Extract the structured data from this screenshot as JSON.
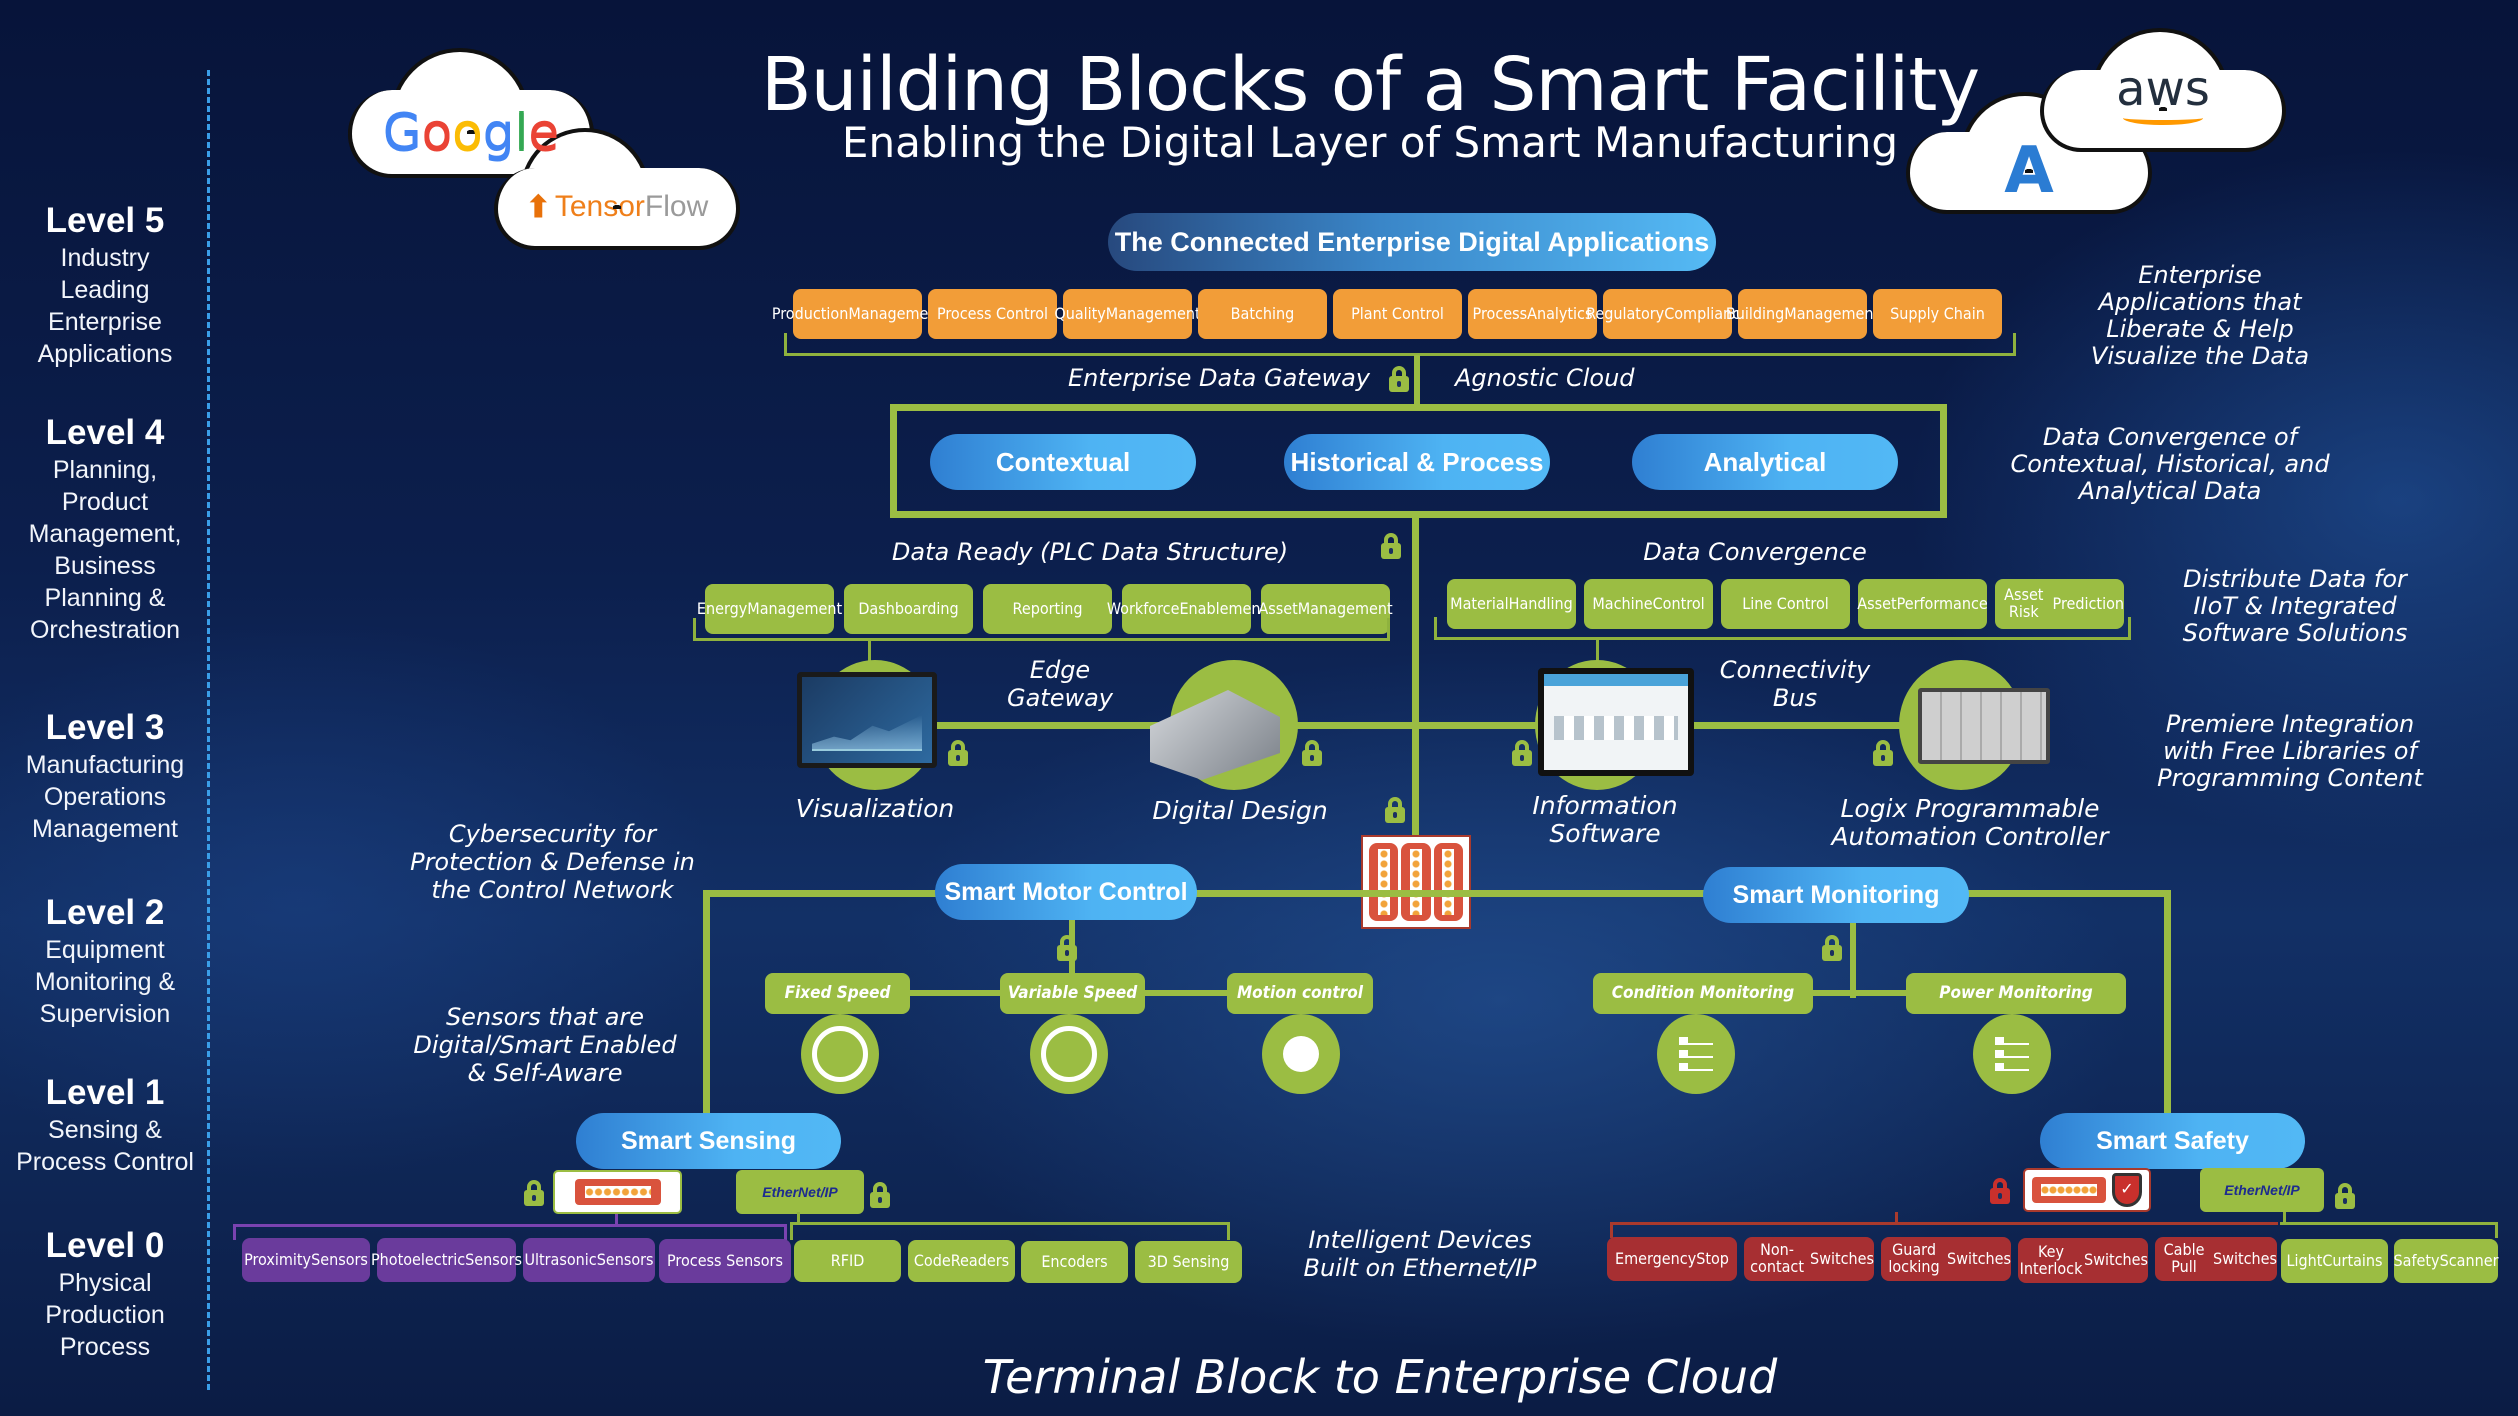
{
  "header": {
    "title": "Building Blocks of a Smart Facility",
    "subtitle": "Enabling the Digital Layer of Smart Manufacturing",
    "footer": "Terminal Block to Enterprise Cloud"
  },
  "clouds": {
    "google": "Google",
    "tensorflow_a": "Tensor",
    "tensorflow_b": "Flow",
    "aws": "aws",
    "azure": "A"
  },
  "levels": [
    {
      "title": "Level 5",
      "desc": [
        "Industry",
        "Leading",
        "Enterprise",
        "Applications"
      ]
    },
    {
      "title": "Level 4",
      "desc": [
        "Planning,",
        "Product",
        "Management,",
        "Business",
        "Planning &",
        "Orchestration"
      ]
    },
    {
      "title": "Level 3",
      "desc": [
        "Manufacturing",
        "Operations",
        "Management"
      ]
    },
    {
      "title": "Level 2",
      "desc": [
        "Equipment",
        "Monitoring &",
        "Supervision"
      ]
    },
    {
      "title": "Level 1",
      "desc": [
        "Sensing &",
        "Process Control"
      ]
    },
    {
      "title": "Level 0",
      "desc": [
        "Physical",
        "Production",
        "Process"
      ]
    }
  ],
  "enterprise": {
    "banner": "The Connected Enterprise Digital Applications",
    "apps": [
      [
        "Production",
        "Management"
      ],
      [
        "Process Control"
      ],
      [
        "Quality",
        "Management"
      ],
      [
        "Batching"
      ],
      [
        "Plant Control"
      ],
      [
        "Process",
        "Analytics"
      ],
      [
        "Regulatory",
        "Compliance"
      ],
      [
        "Building",
        "Management"
      ],
      [
        "Supply Chain"
      ]
    ],
    "gateway_label": "Enterprise Data Gateway",
    "cloud_label": "Agnostic Cloud"
  },
  "data_box": {
    "pills": [
      "Contextual",
      "Historical & Process",
      "Analytical"
    ]
  },
  "level4": {
    "left_label": "Data Ready (PLC Data Structure)",
    "right_label": "Data Convergence",
    "left_tiles": [
      [
        "Energy",
        "Management"
      ],
      [
        "Dashboarding"
      ],
      [
        "Reporting"
      ],
      [
        "Workforce",
        "Enablement"
      ],
      [
        "Asset",
        "Management"
      ]
    ],
    "right_tiles": [
      [
        "Material",
        "Handling"
      ],
      [
        "Machine",
        "Control"
      ],
      [
        "Line Control"
      ],
      [
        "Asset",
        "Performance"
      ],
      [
        "Asset Risk",
        "Prediction"
      ]
    ]
  },
  "level3": {
    "edge_gateway": [
      "Edge",
      "Gateway"
    ],
    "connectivity_bus": [
      "Connectivity",
      "Bus"
    ],
    "nodes": [
      {
        "label": [
          "Visualization"
        ]
      },
      {
        "label": [
          "Digital Design"
        ]
      },
      {
        "label": [
          "Information",
          "Software"
        ]
      },
      {
        "label": [
          "Logix Programmable",
          "Automation Controller"
        ]
      }
    ]
  },
  "level2": {
    "motor_control": "Smart Motor Control",
    "monitoring": "Smart Monitoring",
    "motor_subs": [
      "Fixed Speed",
      "Variable Speed",
      "Motion control"
    ],
    "monitor_subs": [
      "Condition Monitoring",
      "Power Monitoring"
    ]
  },
  "level1": {
    "sensing": "Smart Sensing",
    "safety": "Smart Safety",
    "ethernet_ip": "EtherNet/IP"
  },
  "level0": {
    "sensing_purple": [
      [
        "Proximity",
        "Sensors"
      ],
      [
        "Photoelectric",
        "Sensors"
      ],
      [
        "Ultrasonic",
        "Sensors"
      ],
      [
        "Process Sensors"
      ]
    ],
    "sensing_green": [
      [
        "RFID"
      ],
      [
        "Code",
        "Readers"
      ],
      [
        "Encoders"
      ],
      [
        "3D Sensing"
      ]
    ],
    "safety_red": [
      [
        "Emergency",
        "Stop"
      ],
      [
        "Non-contact",
        "Switches"
      ],
      [
        "Guard locking",
        "Switches"
      ],
      [
        "Key Interlock",
        "Switches"
      ],
      [
        "Cable Pull",
        "Switches"
      ]
    ],
    "safety_green": [
      [
        "Light",
        "Curtains"
      ],
      [
        "Safety",
        "Scanner"
      ]
    ],
    "intelligent_devices": [
      "Intelligent Devices",
      "Built on Ethernet/IP"
    ]
  },
  "annotations": {
    "enterprise_apps": [
      "Enterprise",
      "Applications that",
      "Liberate & Help",
      "Visualize the Data"
    ],
    "data_convergence": [
      "Data Convergence of",
      "Contextual, Historical, and",
      "Analytical Data"
    ],
    "distribute": [
      "Distribute Data for",
      "IIoT & Integrated",
      "Software Solutions"
    ],
    "premiere": [
      "Premiere Integration",
      "with Free Libraries of",
      "Programming Content"
    ],
    "cybersecurity": [
      "Cybersecurity for",
      "Protection & Defense in",
      "the Control Network"
    ],
    "sensors": [
      "Sensors that are",
      "Digital/Smart Enabled",
      "& Self-Aware"
    ]
  },
  "colors": {
    "background": "#0c1f4d",
    "wire_green": "#9bbd43",
    "app_orange": "#f29d38",
    "sensor_purple": "#6a3b9c",
    "safety_red": "#a72f32",
    "pill_blue": "#4eb3f3",
    "dashed_divider": "#3a9ee8"
  }
}
